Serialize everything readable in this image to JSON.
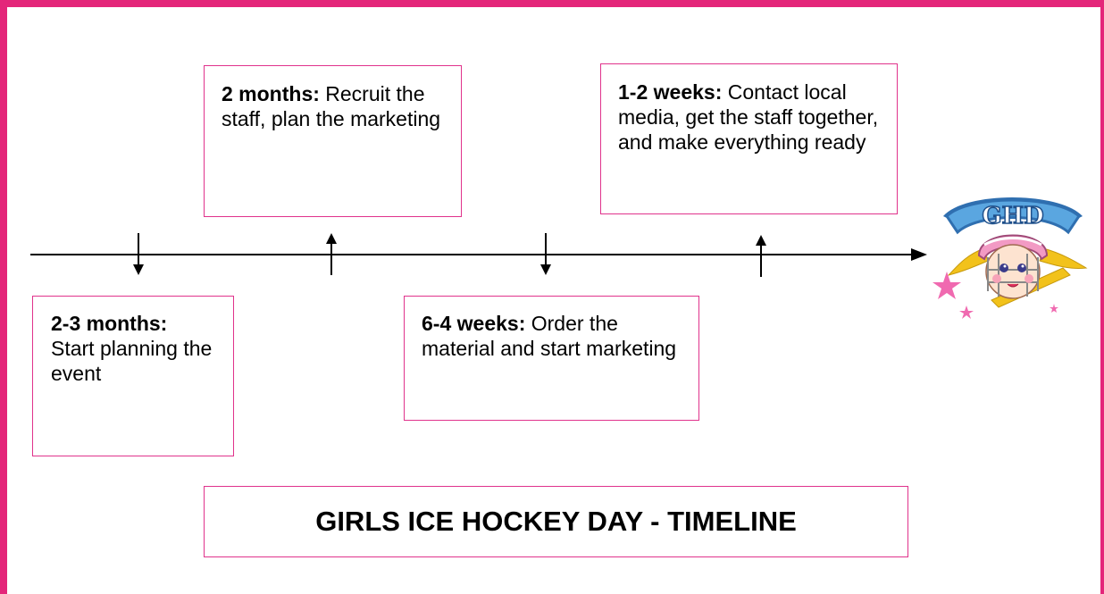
{
  "title": "GIRLS ICE HOCKEY DAY - TIMELINE",
  "logo_text": "GHD",
  "milestones": [
    {
      "heading": "2-3 months:",
      "text": "Start planning the event"
    },
    {
      "heading": "2 months:",
      "text": "Recruit the staff, plan the marketing"
    },
    {
      "heading": "6-4 weeks:",
      "text": "Order the material and start marketing"
    },
    {
      "heading": "1-2 weeks:",
      "text": "Contact local media, get the staff together, and make everything ready"
    }
  ],
  "colors": {
    "border_pink": "#e4267a",
    "box_border": "#e0338c",
    "logo_blue": "#3a8fd0",
    "helmet_pink": "#f29ac4",
    "hair_yellow": "#f2c21b",
    "star_pink": "#f06ab0"
  }
}
